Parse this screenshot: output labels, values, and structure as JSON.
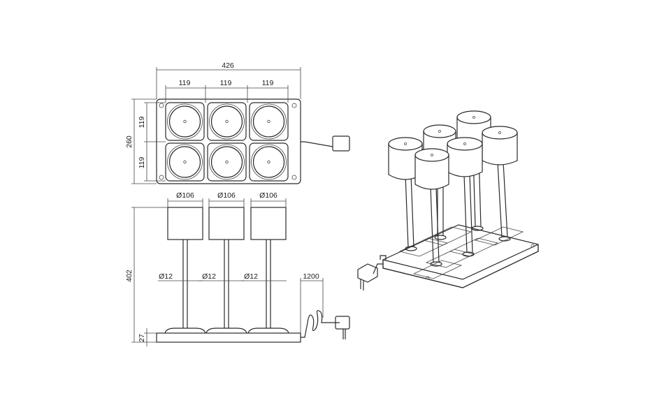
{
  "top_view": {
    "overall_width": "426",
    "cell_width_1": "119",
    "cell_width_2": "119",
    "cell_width_3": "119",
    "overall_height": "260",
    "cell_height_1": "119",
    "cell_height_2": "119"
  },
  "side_view": {
    "shade_diameter_1": "Ø106",
    "shade_diameter_2": "Ø106",
    "shade_diameter_3": "Ø106",
    "stem_diameter_1": "Ø12",
    "stem_diameter_2": "Ø12",
    "stem_diameter_3": "Ø12",
    "cable_length": "1200",
    "total_height": "402",
    "base_height": "27"
  },
  "perspective_view": {
    "lamp_count": 6
  },
  "colors": {
    "line": "#2a2a2a",
    "background": "#ffffff"
  }
}
